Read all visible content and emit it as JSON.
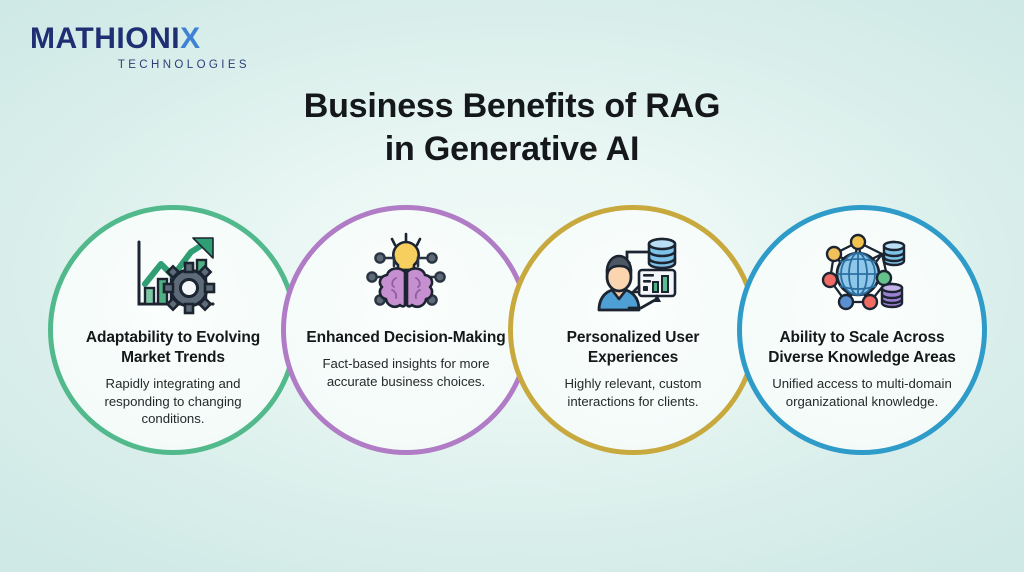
{
  "brand": {
    "name_prefix": "MATHIONI",
    "name_accent": "X",
    "tagline": "TECHNOLOGIES",
    "color_primary": "#1f2f73",
    "color_accent": "#3e82d6"
  },
  "title": {
    "line1": "Business Benefits of RAG",
    "line2": "in Generative AI"
  },
  "background": {
    "color_outer": "#cfe9e6",
    "color_center": "#f2fbf8"
  },
  "cards": [
    {
      "id": "adaptability",
      "icon": "growth-chart-gear-icon",
      "heading": "Adaptability to Evolving Market Trends",
      "description": "Rapidly integrating and responding to changing conditions.",
      "ring_color": "#52b98c"
    },
    {
      "id": "decision-making",
      "icon": "brain-lightbulb-icon",
      "heading": "Enhanced Decision-Making",
      "description": "Fact-based insights for more accurate business choices.",
      "ring_color": "#b07cc5"
    },
    {
      "id": "personalization",
      "icon": "user-data-chart-icon",
      "heading": "Personalized User Experiences",
      "description": "Highly relevant, custom interactions for clients.",
      "ring_color": "#c8a93e"
    },
    {
      "id": "scalability",
      "icon": "network-globe-database-icon",
      "heading": "Ability to Scale Across Diverse Knowledge Areas",
      "description": "Unified access to multi-domain organizational knowledge.",
      "ring_color": "#2f9bc9"
    }
  ],
  "connectors": [
    {
      "id": "connector-green-purple",
      "from_color": "#6ab79b",
      "to_color": "#b463c9"
    },
    {
      "id": "connector-gold",
      "from_color": "#c8a93e",
      "to_color": "#d6b84a"
    },
    {
      "id": "connector-blue",
      "from_color": "#2f9bc9",
      "to_color": "#3ba3cf"
    }
  ]
}
